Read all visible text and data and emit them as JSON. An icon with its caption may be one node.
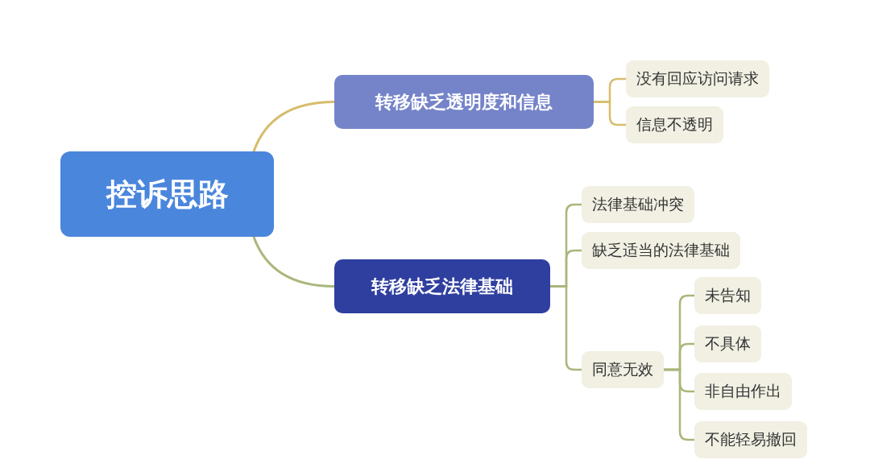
{
  "diagram": {
    "nodes": [
      {
        "text": [
          "控诉思路"
        ]
      },
      {
        "text": [
          "转移缺乏透明度和信息"
        ]
      },
      {
        "text": [
          "没有回应访问请求"
        ]
      },
      {
        "text": [
          "信息不透明"
        ]
      },
      {
        "text": [
          "转移缺乏法律基础"
        ]
      },
      {
        "text": [
          "法律基础冲突"
        ]
      },
      {
        "text": [
          "缺乏适当的法律基础"
        ]
      },
      {
        "text": [
          "同意无效"
        ]
      },
      {
        "text": [
          "未告知"
        ]
      },
      {
        "text": [
          "不具体"
        ]
      },
      {
        "text": [
          "非自由作出"
        ]
      },
      {
        "text": [
          "不能轻易撤回"
        ]
      }
    ],
    "edges": [
      {
        "from": 0,
        "to": 1,
        "arrow": "none",
        "color": "#d5bd6c"
      },
      {
        "from": 1,
        "to": 2,
        "arrow": "none",
        "color": "#d5bd6c"
      },
      {
        "from": 1,
        "to": 3,
        "arrow": "none",
        "color": "#d5bd6c"
      },
      {
        "from": 0,
        "to": 4,
        "arrow": "none"
      },
      {
        "from": 4,
        "to": 5,
        "arrow": "none"
      },
      {
        "from": 4,
        "to": 6,
        "arrow": "none"
      },
      {
        "from": 4,
        "to": 7,
        "arrow": "none"
      },
      {
        "from": 7,
        "to": 8,
        "arrow": "none"
      },
      {
        "from": 7,
        "to": 9,
        "arrow": "none"
      },
      {
        "from": 7,
        "to": 10,
        "arrow": "none"
      },
      {
        "from": 7,
        "to": 11,
        "arrow": "none"
      }
    ]
  }
}
